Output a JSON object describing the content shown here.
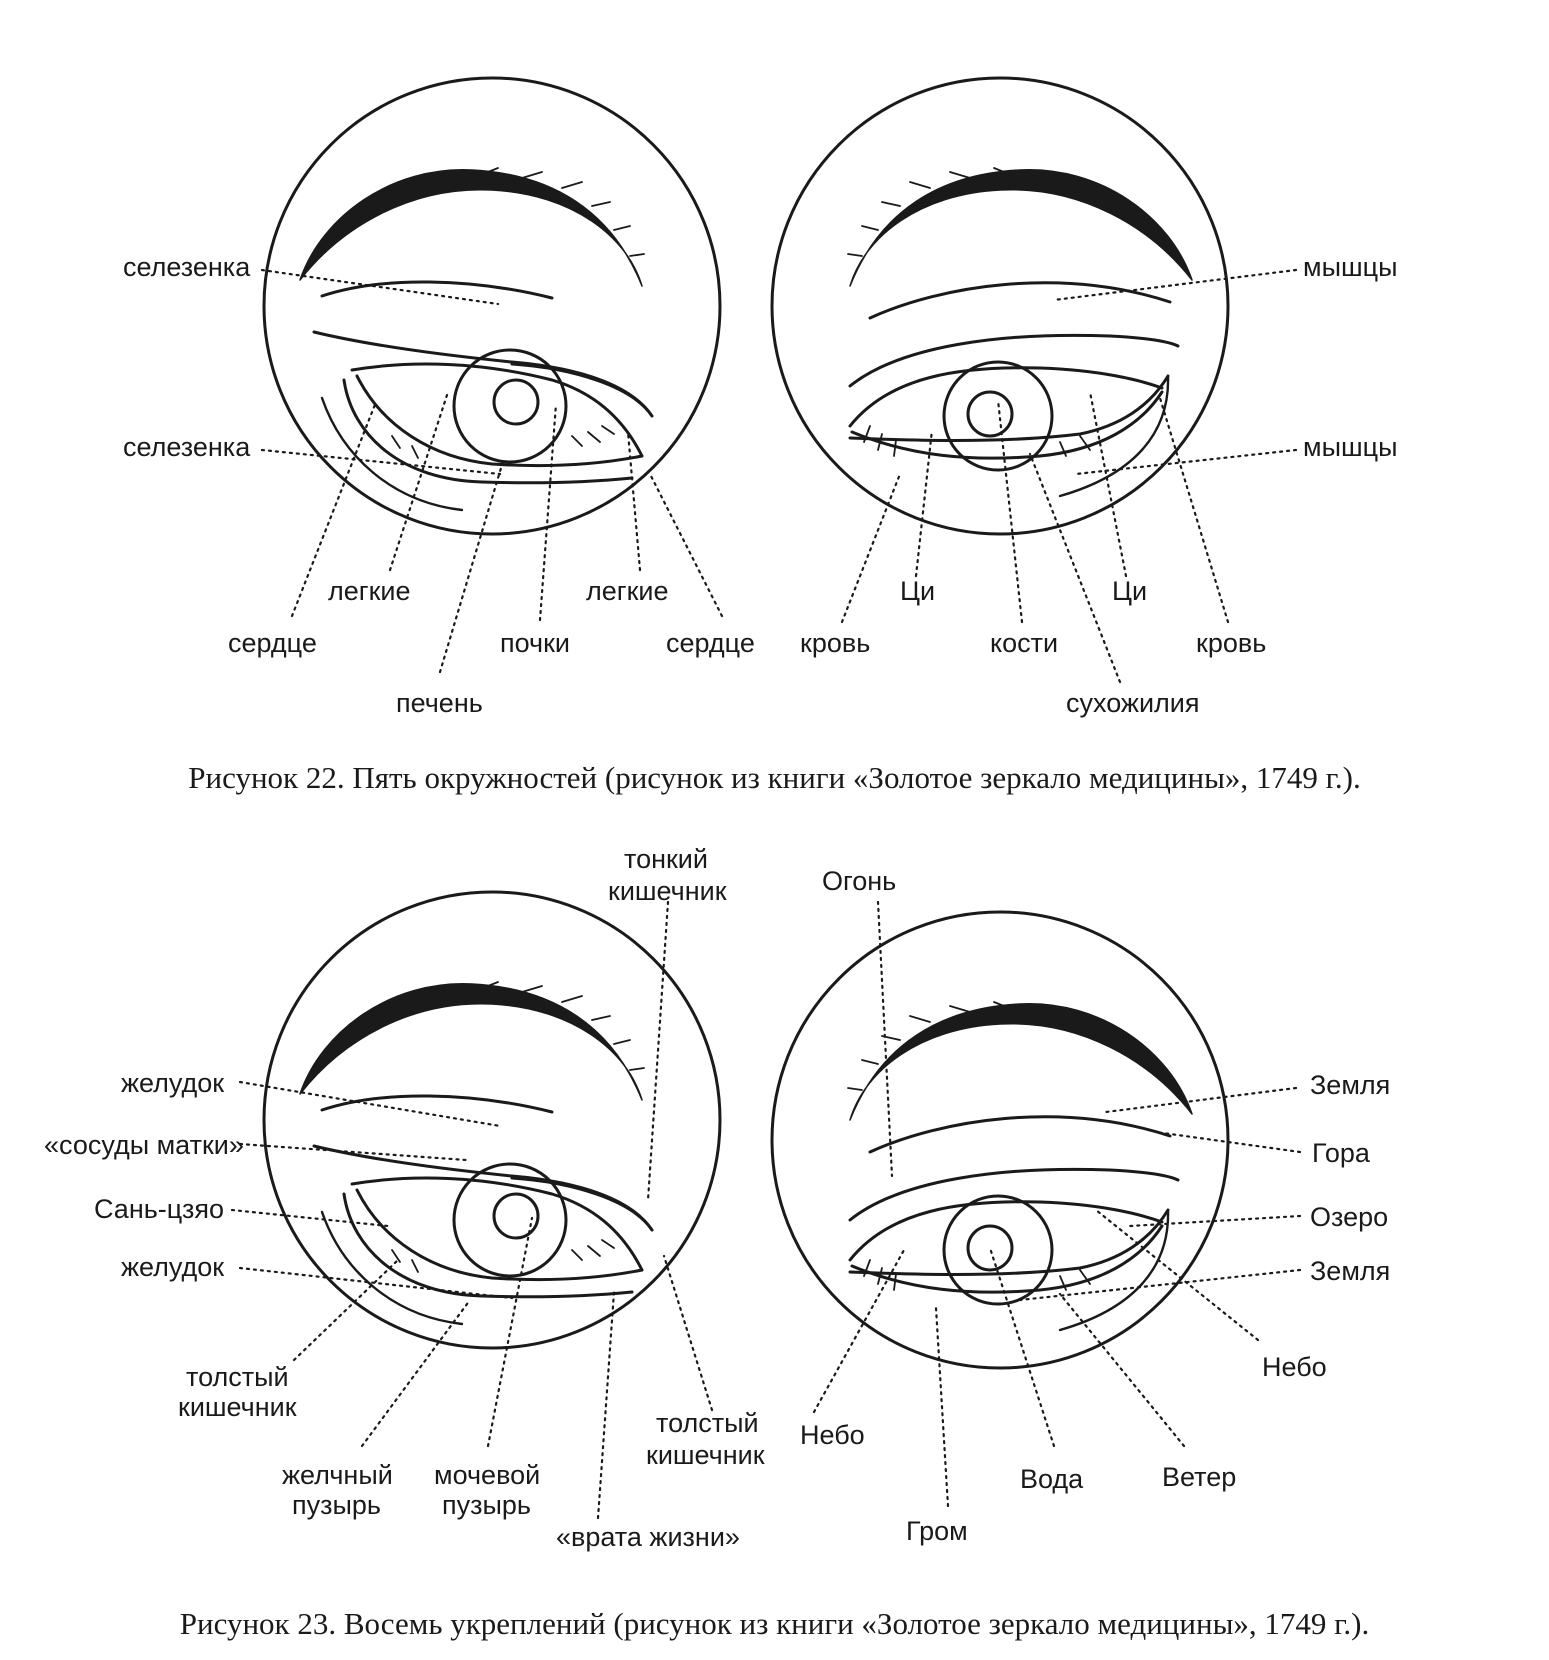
{
  "figure22": {
    "caption": "Рисунок 22. Пять окружностей (рисунок из книги «Золотое зеркало медицины», 1749 г.).",
    "left_eye": {
      "labels": [
        "селезенка",
        "селезенка",
        "легкие",
        "сердце",
        "печень",
        "почки",
        "легкие",
        "сердце"
      ]
    },
    "right_eye": {
      "labels": [
        "мышцы",
        "мышцы",
        "Ци",
        "кровь",
        "Ци",
        "кости",
        "сухожилия",
        "кровь"
      ]
    }
  },
  "figure23": {
    "caption": "Рисунок 23. Восемь укреплений (рисунок из книги «Золотое зеркало медицины», 1749 г.).",
    "left_eye": {
      "labels": [
        "тонкий",
        "кишечник",
        "желудок",
        "«сосуды матки»",
        "Сань-цзяо",
        "желудок",
        "толстый",
        "кишечник",
        "желчный",
        "пузырь",
        "мочевой",
        "пузырь",
        "«врата жизни»",
        "толстый",
        "кишечник"
      ]
    },
    "right_eye": {
      "labels": [
        "Огонь",
        "Земля",
        "Гора",
        "Озеро",
        "Земля",
        "Небо",
        "Небо",
        "Вода",
        "Ветер",
        "Гром"
      ]
    }
  }
}
